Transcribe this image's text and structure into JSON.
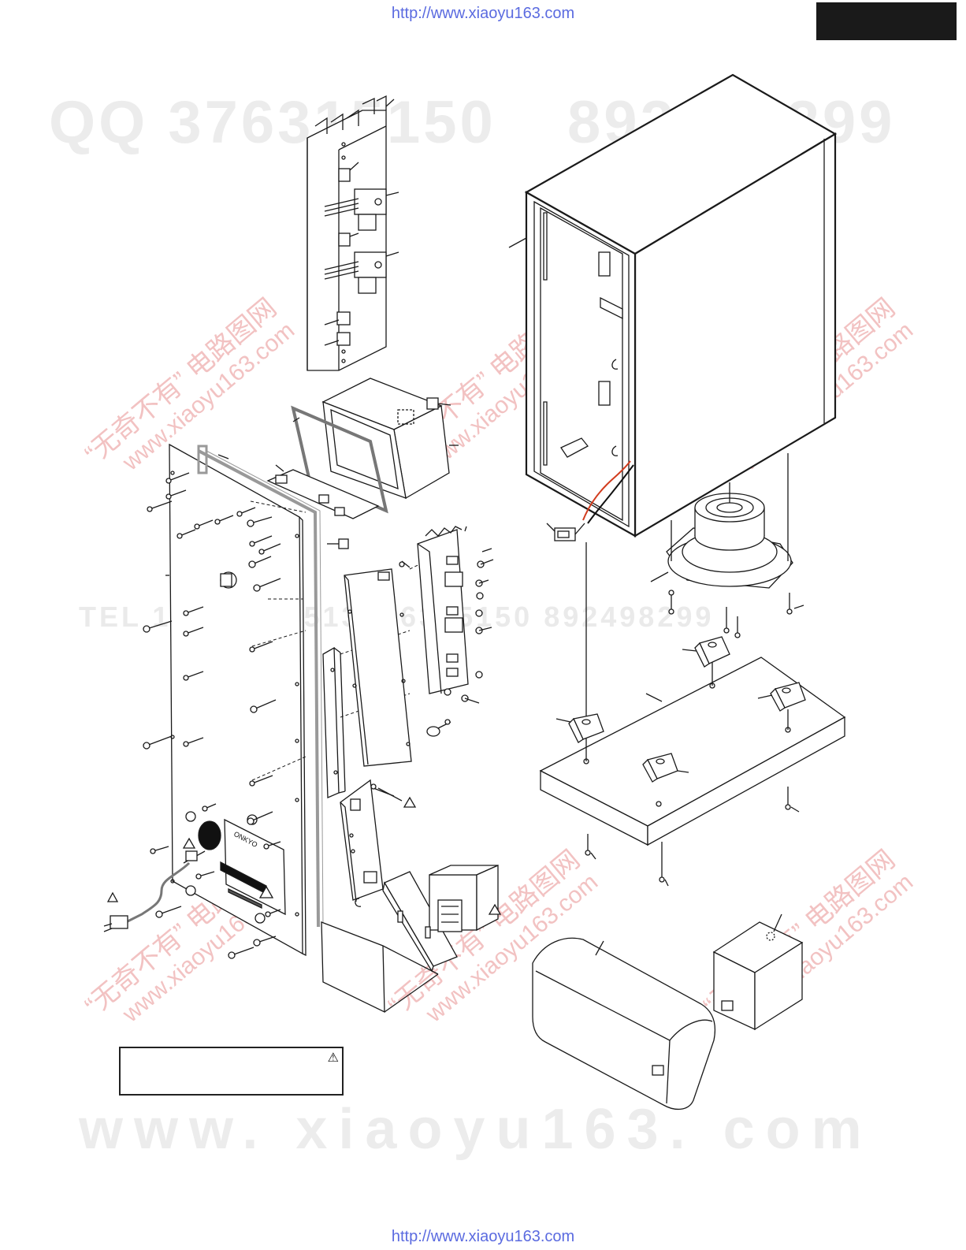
{
  "header": {
    "url_top": "http://www.xiaoyu163.com",
    "url_bottom": "http://www.xiaoyu163.com"
  },
  "watermarks": {
    "qq": "QQ 376315150",
    "qq2": "892498299",
    "tel": "TEL 13942296513",
    "tel2": "376315150  892498299",
    "site": "www. xiaoyu163. com",
    "diag_cn": "“无奇不有” 电路图网",
    "diag_en": "www.xiaoyu163.com"
  },
  "brand_label": "ONKYO",
  "note": {
    "warning_symbol": "⚠"
  },
  "colors": {
    "line": "#1a1a1a",
    "url": "#5b6be0",
    "wire_red": "#d23c1e",
    "watermark_red": "#f2c2c2"
  }
}
